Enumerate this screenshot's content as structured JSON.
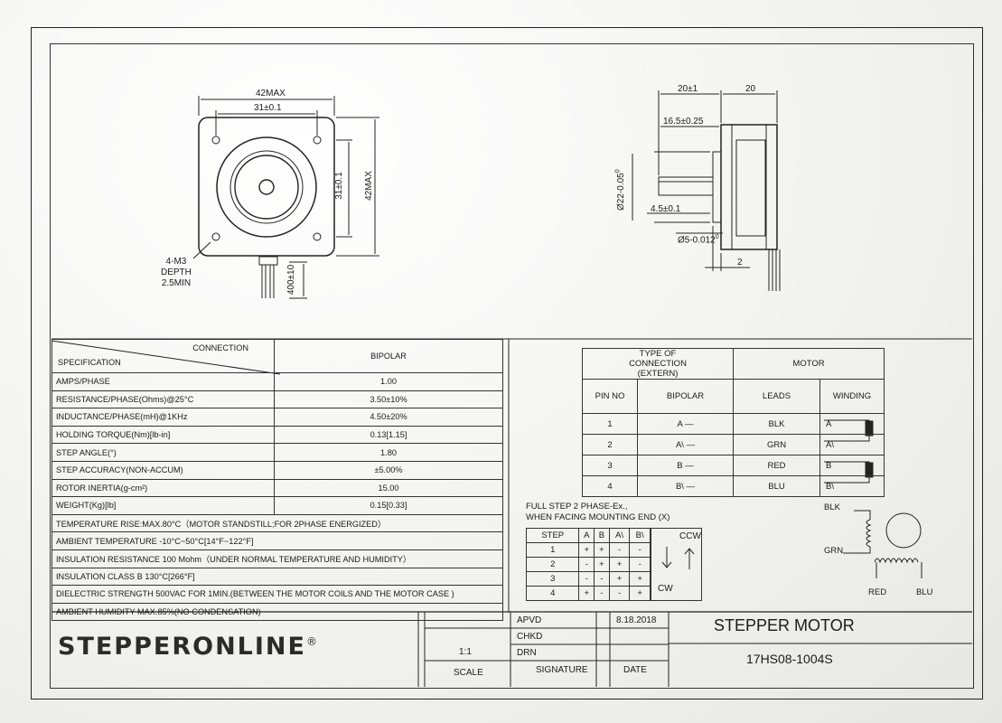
{
  "drawing": {
    "front": {
      "width_max": "42MAX",
      "hole_spacing": "31±0.1",
      "hole_spacing_v": "31±0.1",
      "height_max": "42MAX",
      "holes_note": [
        "4-M3",
        "DEPTH",
        "2.5MIN"
      ],
      "lead_length": "400±10"
    },
    "side": {
      "dim_body": "20±1",
      "dim_shaft": "20",
      "dim_flat": "16.5±0.25",
      "dim_boss": "Ø22-0.05",
      "dim_boss_sup": "0",
      "dim_flat_depth": "4.5±0.1",
      "dim_shaft_dia": "Ø5-0.012",
      "dim_shaft_dia_sup": "0",
      "dim_flange": "2"
    }
  },
  "spec_table": {
    "header_connection": "CONNECTION",
    "header_specification": "SPECIFICATION",
    "header_bipolar": "BIPOLAR",
    "rows": [
      {
        "label": "AMPS/PHASE",
        "value": "1.00"
      },
      {
        "label": "RESISTANCE/PHASE(Ohms)@25°C",
        "value": "3.50±10%"
      },
      {
        "label": "INDUCTANCE/PHASE(mH)@1KHz",
        "value": "4.50±20%"
      },
      {
        "label": "HOLDING TORQUE(Nm)[lb-in]",
        "value": "0.13[1.15]"
      },
      {
        "label": "STEP ANGLE(°)",
        "value": "1.80"
      },
      {
        "label": "STEP ACCURACY(NON-ACCUM)",
        "value": "±5.00%"
      },
      {
        "label": "ROTOR INERTIA(g-cm²)",
        "value": "15.00"
      },
      {
        "label": "WEIGHT(Kg)[lb]",
        "value": "0.15[0.33]"
      }
    ],
    "notes": [
      "TEMPERATURE RISE:MAX.80°C（MOTOR STANDSTILL;FOR 2PHASE ENERGIZED）",
      "AMBIENT TEMPERATURE -10°C~50°C[14°F~122°F]",
      "INSULATION RESISTANCE 100 Mohm（UNDER NORMAL TEMPERATURE AND HUMIDITY）",
      "INSULATION CLASS B 130°C[266°F]",
      "DIELECTRIC STRENGTH 500VAC FOR 1MIN.(BETWEEN THE MOTOR COILS AND THE MOTOR CASE )",
      "AMBIENT HUMIDITY MAX.85%(NO CONDENSATION)"
    ]
  },
  "connection_table": {
    "type_header": "TYPE OF CONNECTION (EXTERN)",
    "motor_header": "MOTOR",
    "pin_no": "PIN NO",
    "bipolar": "BIPOLAR",
    "leads": "LEADS",
    "winding": "WINDING",
    "rows": [
      {
        "pin": "1",
        "bipolar": "A —",
        "lead": "BLK",
        "winding": "A"
      },
      {
        "pin": "2",
        "bipolar": "A\\ —",
        "lead": "GRN",
        "winding": "A\\"
      },
      {
        "pin": "3",
        "bipolar": "B —",
        "lead": "RED",
        "winding": "B"
      },
      {
        "pin": "4",
        "bipolar": "B\\ —",
        "lead": "BLU",
        "winding": "B\\"
      }
    ]
  },
  "step_sequence": {
    "title_line1": "FULL STEP  2 PHASE-Ex.,",
    "title_line2": "WHEN FACING MOUNTING END (X)",
    "headers": [
      "STEP",
      "A",
      "B",
      "A\\",
      "B\\"
    ],
    "rows": [
      [
        "1",
        "+",
        "+",
        "-",
        "-"
      ],
      [
        "2",
        "-",
        "+",
        "+",
        "-"
      ],
      [
        "3",
        "-",
        "-",
        "+",
        "+"
      ],
      [
        "4",
        "+",
        "-",
        "-",
        "+"
      ]
    ],
    "ccw": "CCW",
    "cw": "CW"
  },
  "schematic": {
    "blk": "BLK",
    "grn": "GRN",
    "red": "RED",
    "blu": "BLU"
  },
  "title_block": {
    "brand": "STEPPERONLINE",
    "registered": "®",
    "scale_value": "1:1",
    "scale_label": "SCALE",
    "apvd": "APVD",
    "chkd": "CHKD",
    "drn": "DRN",
    "signature": "SIGNATURE",
    "date_label": "DATE",
    "date_value": "8.18.2018",
    "product": "STEPPER MOTOR",
    "model": "17HS08-1004S"
  }
}
